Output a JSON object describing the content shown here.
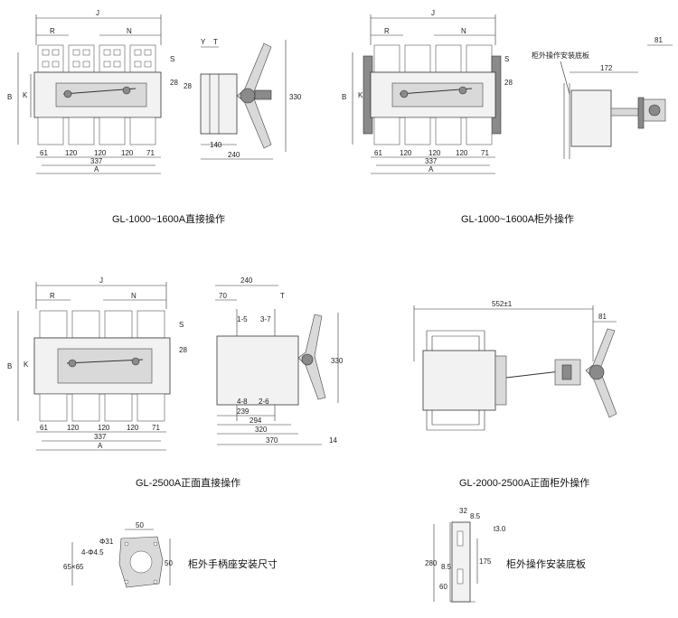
{
  "captions": {
    "gl1000_direct": "GL-1000~1600A直接操作",
    "gl1000_cabinet": "GL-1000~1600A柜外操作",
    "gl2500_direct": "GL-2500A正面直接操作",
    "gl2000_cabinet": "GL-2000-2500A正面柜外操作",
    "handle_seat": "柜外手柄座安装尺寸",
    "mount_plate": "柜外操作安装底板"
  },
  "labels": {
    "J": "J",
    "R": "R",
    "N": "N",
    "S": "S",
    "B": "B",
    "K": "K",
    "A": "A",
    "Y": "Y",
    "T": "T",
    "d61": "61",
    "d120": "120",
    "d71": "71",
    "d337": "337",
    "d28": "28",
    "d140": "140",
    "d240": "240",
    "d330": "330",
    "d81": "81",
    "d172": "172",
    "d70": "70",
    "d239": "239",
    "d294": "294",
    "d320": "320",
    "d370": "370",
    "d14": "14",
    "d552": "552±1",
    "p15": "1-5",
    "p37": "3-7",
    "p48": "4-8",
    "p26": "2-6",
    "plate_note": "柜外操作安装底板",
    "phi31": "Φ31",
    "phi45": "4-Φ4.5",
    "d50": "50",
    "d65": "65×65",
    "t30": "t3.0",
    "d32": "32",
    "d85": "8.5",
    "d280": "280",
    "d175": "175",
    "d60": "60"
  }
}
